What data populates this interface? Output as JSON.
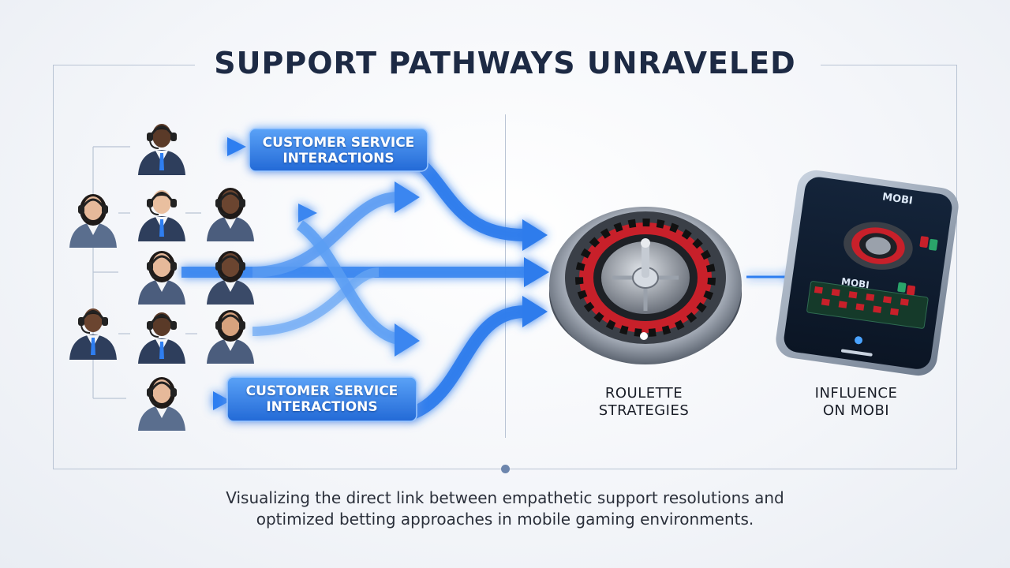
{
  "title": "SUPPORT PATHWAYS UNRAVELED",
  "flow": {
    "service_box_top": [
      "CUSTOMER SERVICE",
      "INTERACTIONS"
    ],
    "service_box_bottom": [
      "CUSTOMER SERVICE",
      "INTERACTIONS"
    ],
    "roulette_label": [
      "ROULETTE",
      "STRATEGIES"
    ],
    "mobi_label": [
      "INFLUENCE",
      "ON MOBI"
    ],
    "phone_brand": "MOBI",
    "phone_brand_secondary": "MOBI"
  },
  "caption": [
    "Visualizing the direct link between empathetic support resolutions and",
    "optimized betting approaches in mobile gaming environments."
  ],
  "colors": {
    "accent": "#2f80ed",
    "title": "#1d2a44",
    "frame": "#b9c4d4",
    "roulette_red": "#c8202a"
  }
}
